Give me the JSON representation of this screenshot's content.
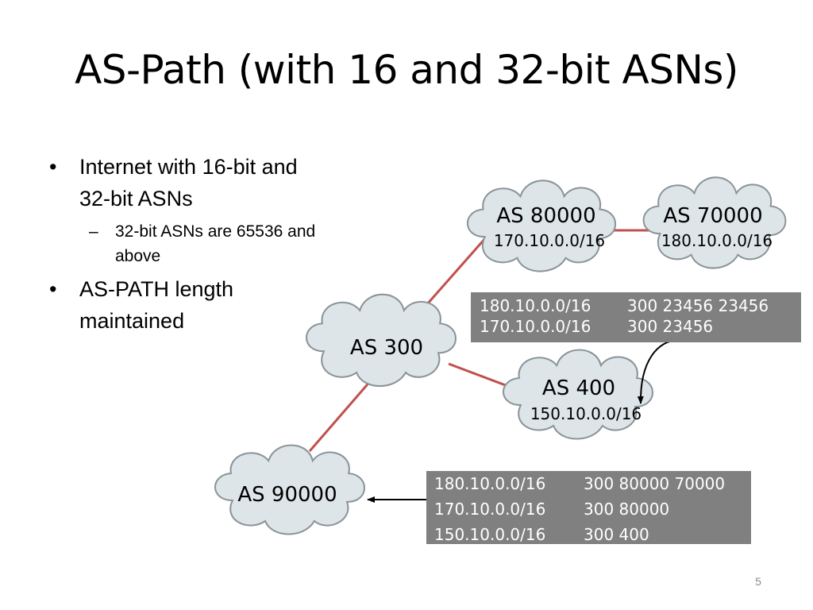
{
  "slide": {
    "title": "AS-Path (with 16 and 32-bit ASNs)",
    "page_number": "5",
    "bullets": [
      {
        "text": "Internet with 16-bit and 32-bit ASNs",
        "line1": "Internet with 16-bit and",
        "line2": "32-bit ASNs"
      },
      {
        "text": "AS-PATH length maintained",
        "line1": "AS-PATH length",
        "line2": "maintained"
      }
    ],
    "sub_bullet": {
      "line1": "32-bit ASNs are 65536 and",
      "line2": "above"
    },
    "bullet_symbol": "•",
    "dash_symbol": "–"
  },
  "diagram": {
    "nodes": {
      "as80000": {
        "label": "AS 80000",
        "prefix": "170.10.0.0/16"
      },
      "as70000": {
        "label": "AS 70000",
        "prefix": "180.10.0.0/16"
      },
      "as300": {
        "label": "AS 300"
      },
      "as400": {
        "label": "AS 400",
        "prefix": "150.10.0.0/16"
      },
      "as90000": {
        "label": "AS 90000"
      }
    },
    "table_as400": [
      {
        "prefix": "180.10.0.0/16",
        "path": "300 23456 23456"
      },
      {
        "prefix": "170.10.0.0/16",
        "path": "300 23456"
      }
    ],
    "table_as90000": [
      {
        "prefix": "180.10.0.0/16",
        "path": "300 80000 70000"
      },
      {
        "prefix": "170.10.0.0/16",
        "path": "300 80000"
      },
      {
        "prefix": "150.10.0.0/16",
        "path": "300 400"
      }
    ],
    "colors": {
      "link": "#c0504d",
      "cloud_fill": "#dde5e8",
      "cloud_stroke": "#8a9499",
      "table_bg": "#808080"
    }
  }
}
